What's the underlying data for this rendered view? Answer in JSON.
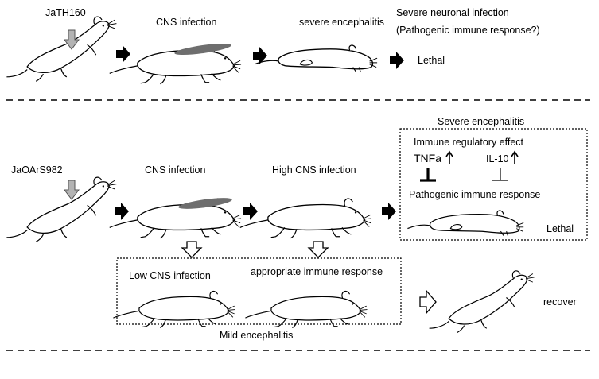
{
  "row1": {
    "strain": "JaTH160",
    "stage1": "CNS infection",
    "stage2": "severe encephalitis",
    "outcome_line1": "Severe neuronal infection",
    "outcome_line2": "(Pathogenic immune response?)",
    "outcome": "Lethal"
  },
  "row2": {
    "strain": "JaOArS982",
    "stage1": "CNS infection",
    "stage2": "High CNS infection",
    "severe_box": {
      "title": "Severe encephalitis",
      "effect": "Immune regulatory effect",
      "cytokine1": "TNFa",
      "cytokine2": "IL-10",
      "response": "Pathogenic immune response",
      "outcome": "Lethal"
    },
    "mild_box": {
      "left": "Low CNS infection",
      "right": "appropriate immune response",
      "caption": "Mild encephalitis"
    },
    "recover": "recover"
  },
  "colors": {
    "arrow": "#000000",
    "down_arrow": "#b3b3b3",
    "brain_mark": "#6e6e6e"
  }
}
